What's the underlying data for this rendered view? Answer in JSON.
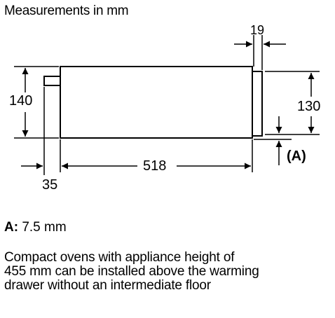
{
  "title": "Measurements in mm",
  "dimensions": {
    "top_gap": "19",
    "height_left": "140",
    "height_right": "130",
    "offset_label": "(A)",
    "width": "518",
    "handle": "35"
  },
  "notes": {
    "a_key": "A:",
    "a_value": " 7.5 mm",
    "compact_line1": "Compact ovens with appliance height of",
    "compact_line2": "455 mm can be installed above the warming",
    "compact_line3": "drawer without an intermediate floor"
  }
}
